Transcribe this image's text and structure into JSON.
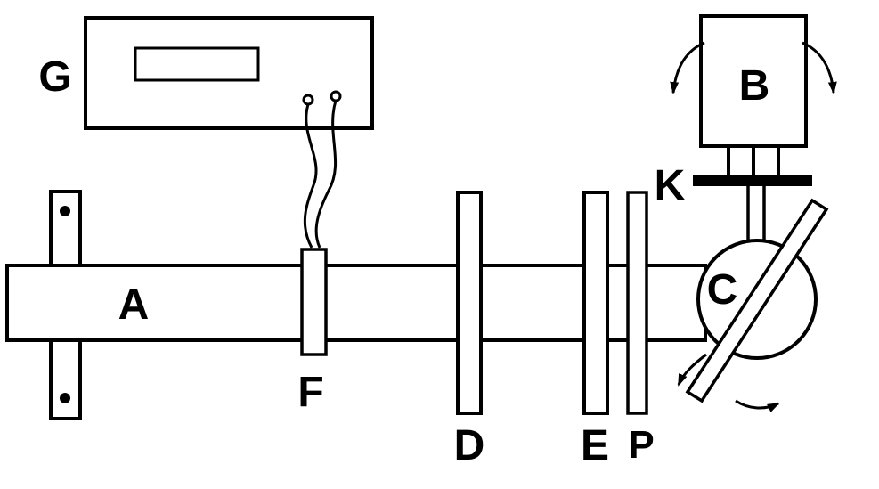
{
  "diagram": {
    "labels": {
      "G": "G",
      "A": "A",
      "F": "F",
      "D": "D",
      "E": "E",
      "P": "P",
      "K": "K",
      "B": "B",
      "C": "C"
    }
  },
  "colors": {
    "ink": "#000000",
    "paper": "#ffffff"
  }
}
